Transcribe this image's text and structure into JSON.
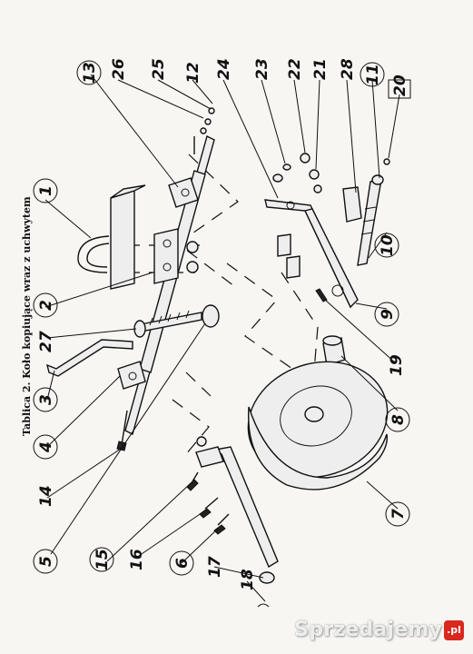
{
  "title": "Tablica 2. Koło kopiujące wraz z uchwytem",
  "part_numbers": [
    "1",
    "2",
    "3",
    "4",
    "5",
    "6",
    "7",
    "8",
    "9",
    "10",
    "11",
    "12",
    "13",
    "14",
    "15",
    "16",
    "17",
    "18",
    "19",
    "20",
    "21",
    "22",
    "23",
    "24",
    "25",
    "26",
    "27",
    "28"
  ],
  "watermark": {
    "text": "Sprzedajemy",
    "badge": ".pl",
    "color": "#d9281e"
  }
}
